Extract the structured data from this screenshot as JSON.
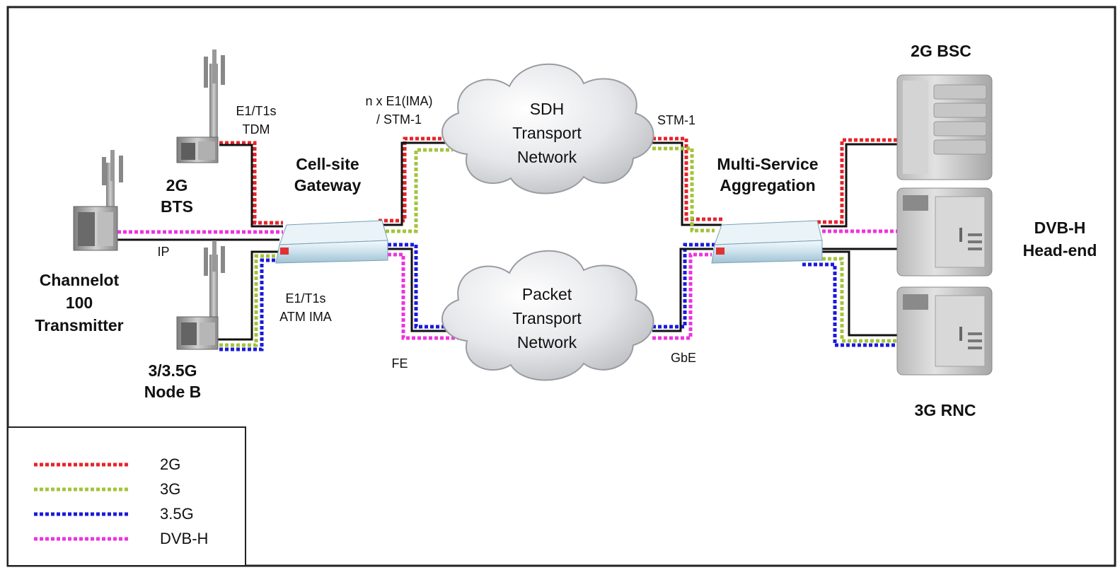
{
  "colors": {
    "2g": "#e8232a",
    "3g": "#a3c43b",
    "3_5g": "#1a1adc",
    "dvbh": "#ee33dd",
    "frame": "#222222",
    "link": "#111111"
  },
  "nodes": {
    "bts_2g": [
      "2G",
      "BTS"
    ],
    "channelot": [
      "Channelot",
      "100",
      "Transmitter"
    ],
    "node_b": [
      "3/3.5G",
      "Node B"
    ],
    "cell_site_gateway": [
      "Cell-site",
      "Gateway"
    ],
    "msa": [
      "Multi-Service",
      "Aggregation"
    ],
    "bsc": [
      "2G BSC"
    ],
    "dvbh_headend": [
      "DVB-H",
      "Head-end"
    ],
    "rnc": [
      "3G RNC"
    ]
  },
  "clouds": {
    "sdh": [
      "SDH",
      "Transport",
      "Network"
    ],
    "packet": [
      "Packet",
      "Transport",
      "Network"
    ]
  },
  "links": {
    "e1_tdm": [
      "E1/T1s",
      "TDM"
    ],
    "ip": [
      "IP"
    ],
    "e1_atm": [
      "E1/T1s",
      "ATM IMA"
    ],
    "nxe1": [
      "n x E1(IMA)",
      "/ STM-1"
    ],
    "fe": [
      "FE"
    ],
    "stm1": [
      "STM-1"
    ],
    "gbe": [
      "GbE"
    ]
  },
  "legend": [
    {
      "key": "2g",
      "label": "2G"
    },
    {
      "key": "3g",
      "label": "3G"
    },
    {
      "key": "3_5g",
      "label": "3.5G"
    },
    {
      "key": "dvbh",
      "label": "DVB-H"
    }
  ]
}
